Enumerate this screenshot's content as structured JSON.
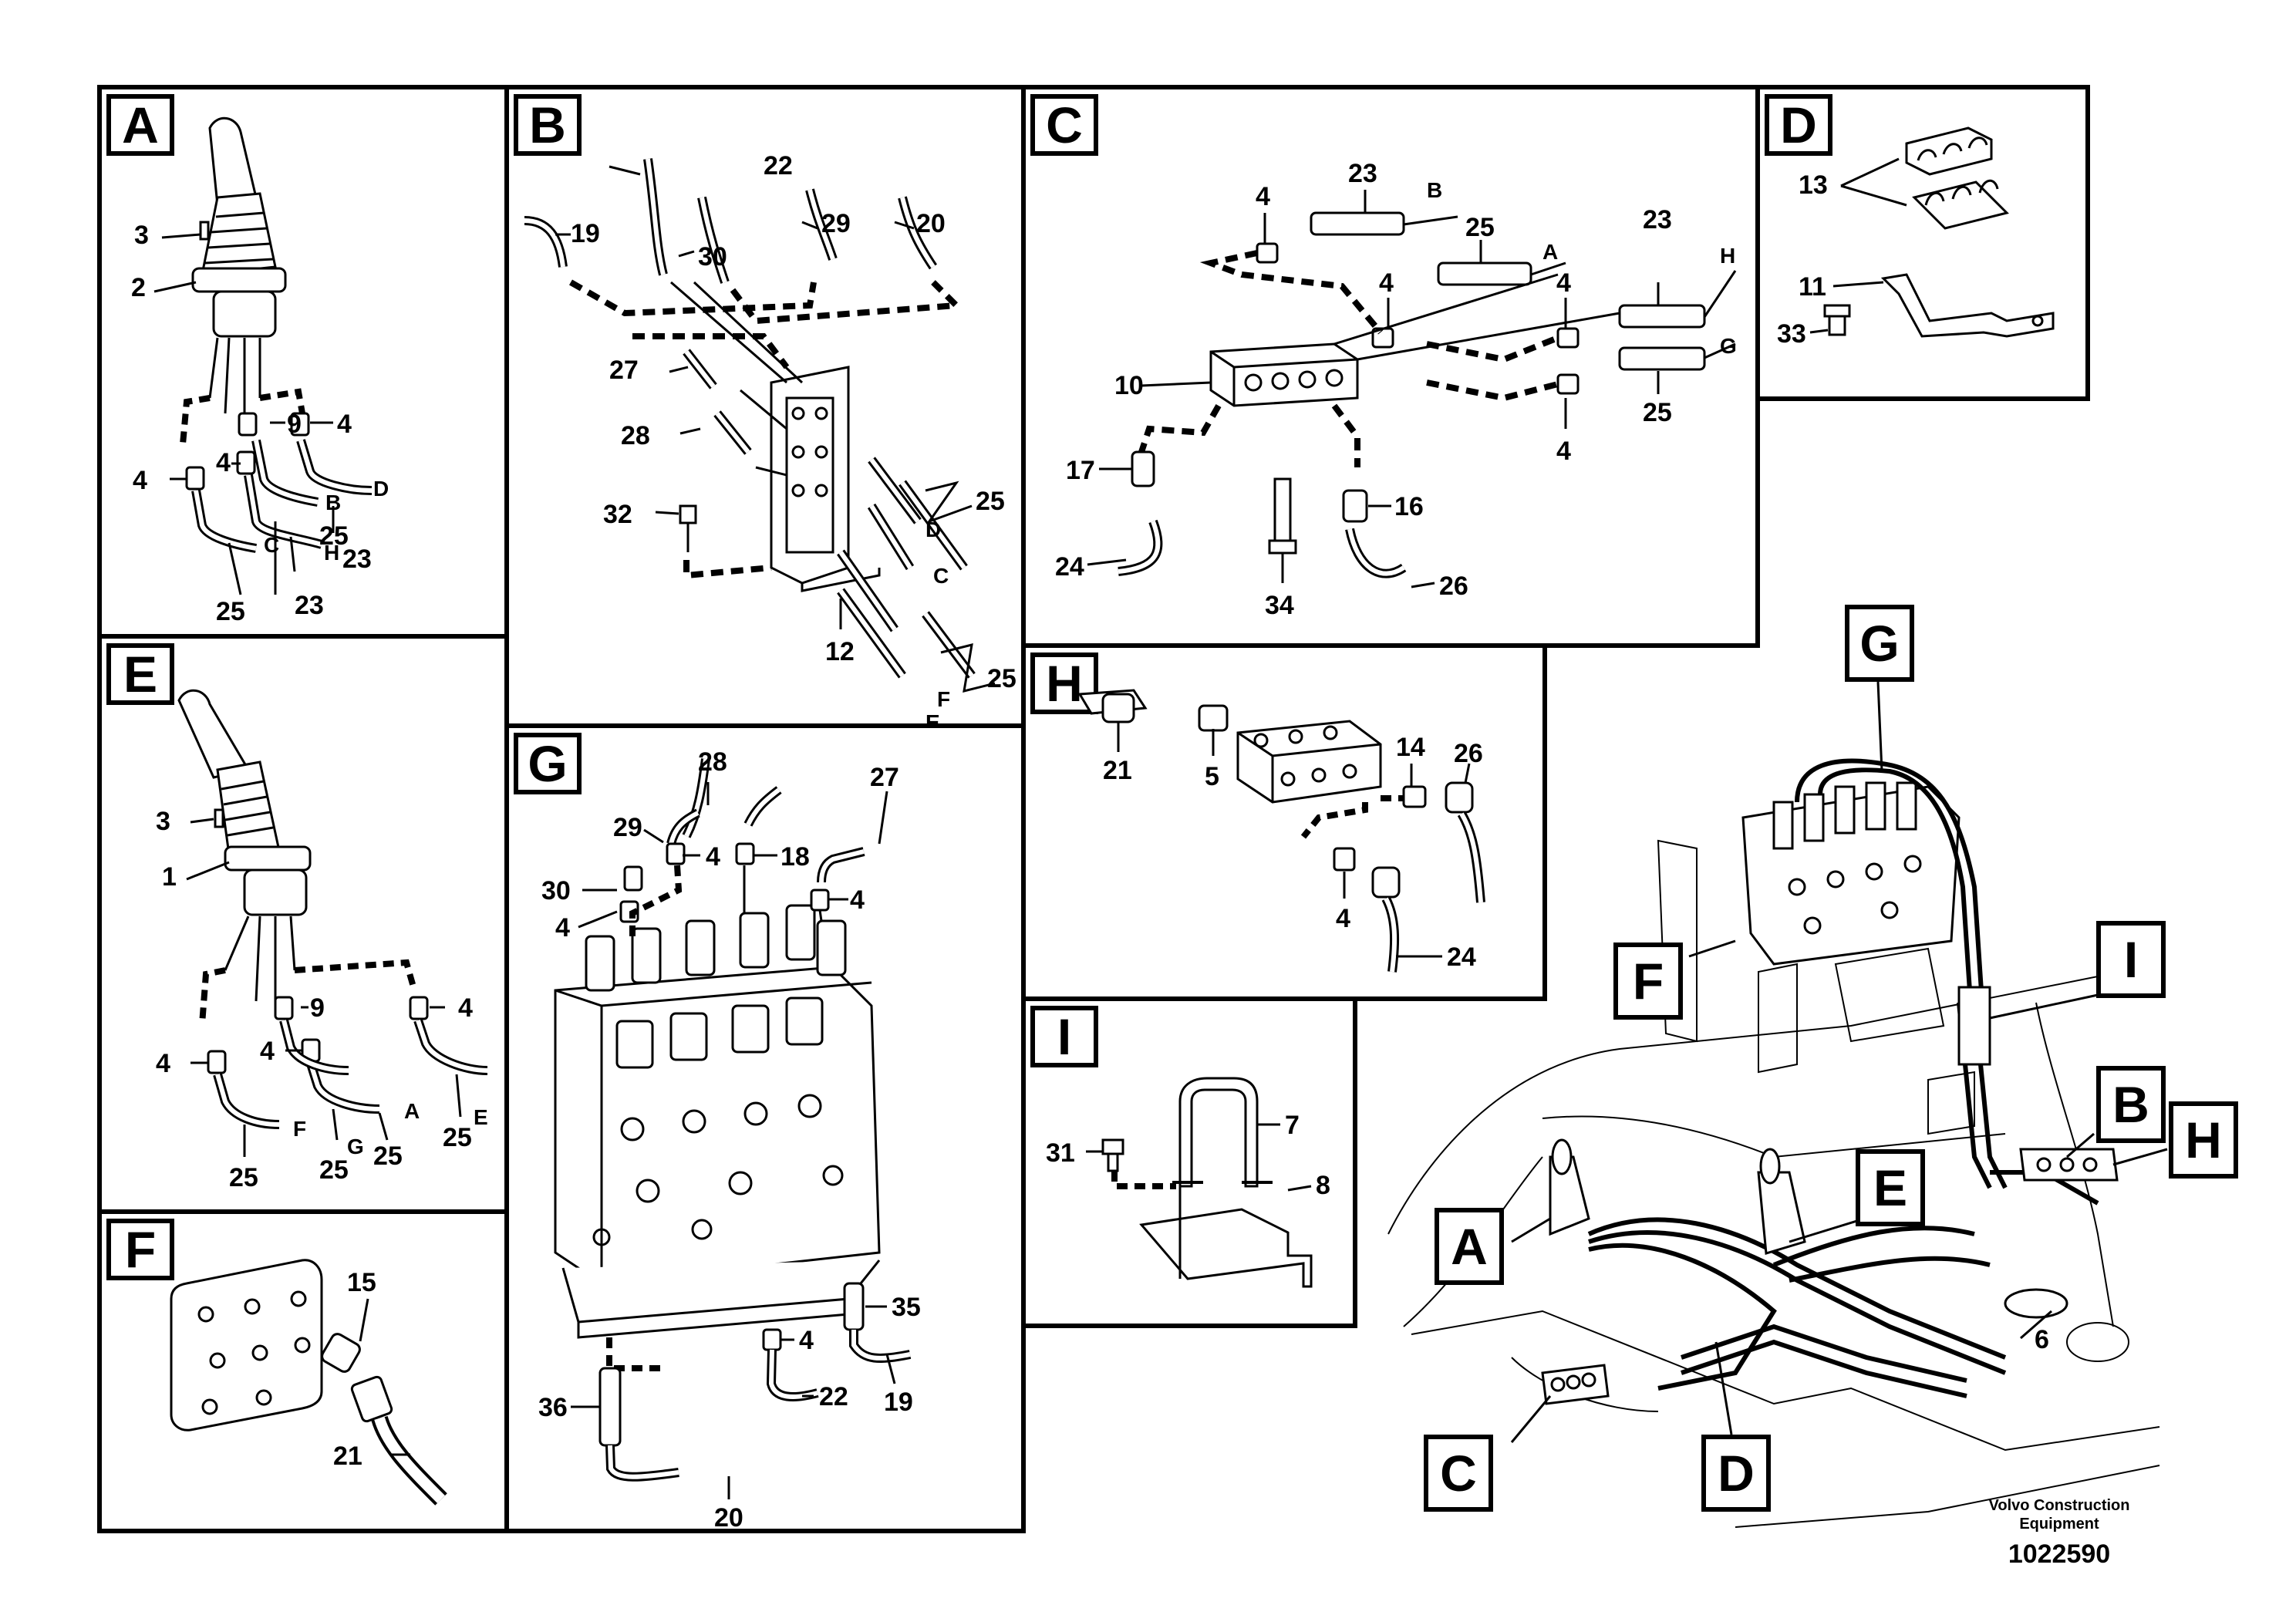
{
  "panels": {
    "A": {
      "tag": "A",
      "labels": {
        "n3": "3",
        "n2": "2",
        "n9": "9",
        "n4a": "4",
        "n4b": "4",
        "n4c": "4",
        "lB": "B",
        "lD": "D",
        "lC": "C",
        "lH": "H",
        "n25a": "25",
        "n25b": "25",
        "n23a": "23",
        "n23b": "23"
      }
    },
    "B": {
      "tag": "B",
      "labels": {
        "n22": "22",
        "n19": "19",
        "n30": "30",
        "n29": "29",
        "n20": "20",
        "n27": "27",
        "n28": "28",
        "n32": "32",
        "n25a": "25",
        "n25b": "25",
        "n12": "12",
        "lD": "D",
        "lC": "C",
        "lF": "F",
        "lE": "E"
      }
    },
    "C": {
      "tag": "C",
      "labels": {
        "n23a": "23",
        "lB": "B",
        "n4a": "4",
        "n25a": "25",
        "lA": "A",
        "n4b": "4",
        "n23b": "23",
        "lH": "H",
        "n4c": "4",
        "lG": "G",
        "n25b": "25",
        "n4d": "4",
        "n10": "10",
        "n17": "17",
        "n24": "24",
        "n34": "34",
        "n16": "16",
        "n26": "26"
      }
    },
    "D": {
      "tag": "D",
      "labels": {
        "n13": "13",
        "n11": "11",
        "n33": "33"
      }
    },
    "E": {
      "tag": "E",
      "labels": {
        "n3": "3",
        "n1": "1",
        "n9": "9",
        "n4a": "4",
        "n4b": "4",
        "n4c": "4",
        "lA": "A",
        "lE": "E",
        "lF": "F",
        "lG": "G",
        "n25a": "25",
        "n25b": "25",
        "n25c": "25",
        "n25d": "25"
      }
    },
    "F": {
      "tag": "F",
      "labels": {
        "n15": "15",
        "n21": "21"
      }
    },
    "G": {
      "tag": "G",
      "labels": {
        "n28": "28",
        "n27": "27",
        "n29": "29",
        "n30": "30",
        "n4a": "4",
        "n18": "18",
        "n4b": "4",
        "n4c": "4",
        "n35": "35",
        "n4d": "4",
        "n36": "36",
        "n22": "22",
        "n19": "19",
        "n20": "20"
      }
    },
    "H": {
      "tag": "H",
      "labels": {
        "n21": "21",
        "n5": "5",
        "n14": "14",
        "n26": "26",
        "n4": "4",
        "n24": "24"
      }
    },
    "I": {
      "tag": "I",
      "labels": {
        "n31": "31",
        "n7": "7",
        "n8": "8"
      }
    }
  },
  "overview": {
    "callouts": {
      "G": "G",
      "F": "F",
      "I": "I",
      "B": "B",
      "H": "H",
      "A": "A",
      "E": "E",
      "C": "C",
      "D": "D"
    },
    "labels": {
      "n6": "6"
    }
  },
  "footer": {
    "brand": "Volvo Construction Equipment",
    "drawing_number": "1022590"
  }
}
